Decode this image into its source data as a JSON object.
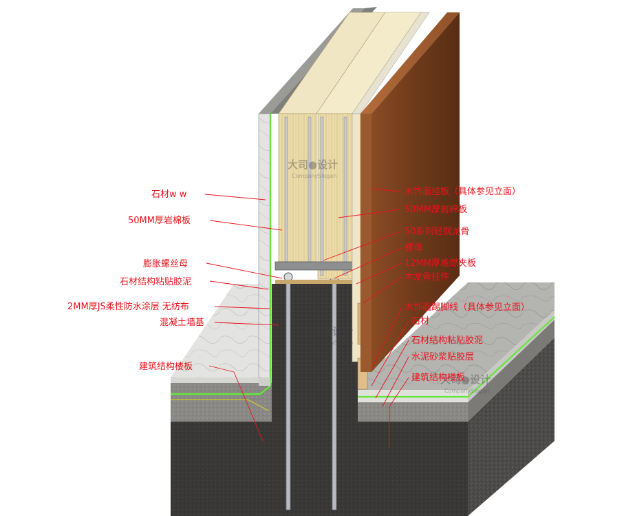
{
  "watermark": {
    "brand": "大司●设计",
    "slogan": "CompanySlogan"
  },
  "labels_left": [
    "石材w w",
    "50MM厚岩棉板",
    "膨胀螺丝母",
    "石材结构粘贴胶泥",
    "2MM厚JS柔性防水涂层  无纺布",
    "混凝土墙基",
    "建筑结构楼板"
  ],
  "labels_right": [
    "木饰面挂板（具体参见立面）",
    "50MM厚岩棉板",
    "50系列轻钢龙骨",
    "螺母",
    "12MM厚难燃夹板",
    "木龙骨挂件",
    "木饰面踢脚线（具体参见立面）",
    "石材",
    "石材结构粘贴胶泥",
    "水泥砂浆贴胶层",
    "建筑结构楼板"
  ],
  "colors": {
    "label_red": "#e8141c",
    "wood": "#7a4322",
    "rockwool": "#ead9a6",
    "concrete": "#5a5856",
    "waterproof_green": "#66e63c",
    "marble": "#e4e4e2"
  }
}
